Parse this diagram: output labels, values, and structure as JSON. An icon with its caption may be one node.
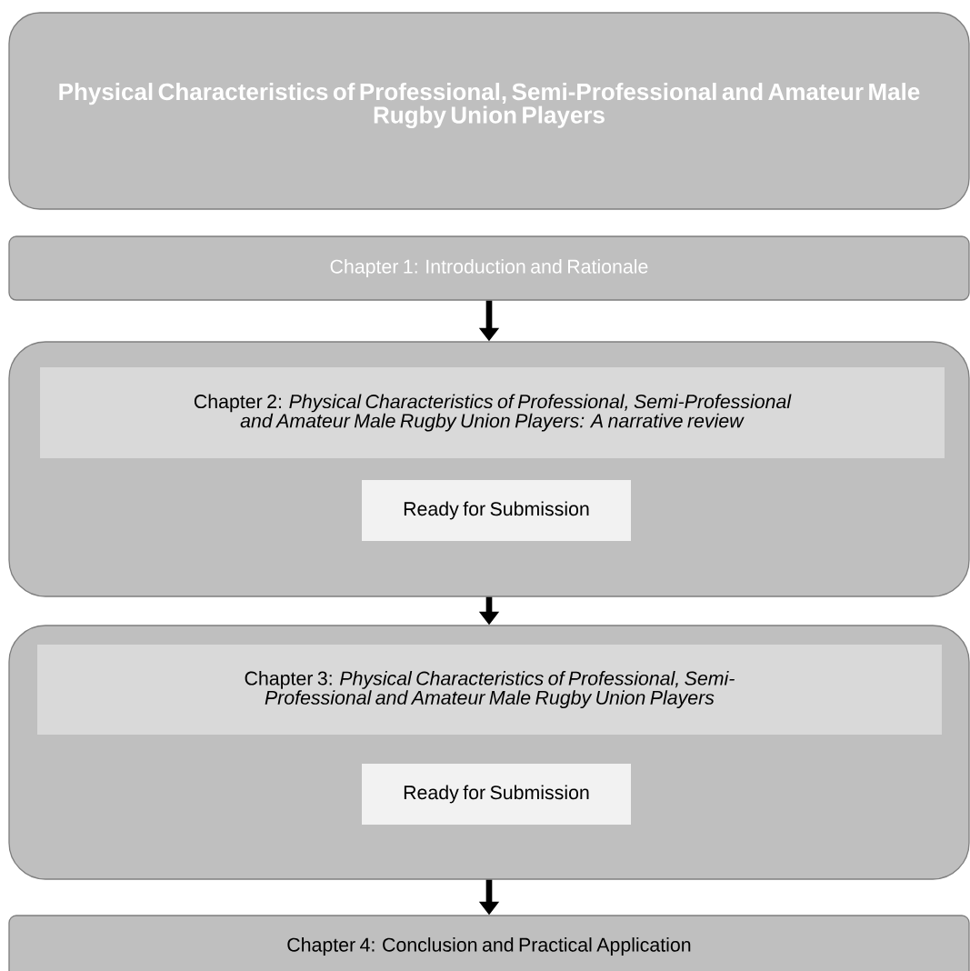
{
  "diagram": {
    "nodes": [
      {
        "text": [
          "Physical Characteristics of Professional, Semi-Professional and Amateur Male Rugby Union Players"
        ]
      },
      {
        "text": [
          "Chapter 1: Introduction and Rationale"
        ]
      },
      {
        "text": [],
        "shape": "box"
      },
      {
        "text": [
          "Chapter 2: *Physical Characteristics of Professional, Semi-Professional and Amateur Male Rugby Union Players: A narrative review*"
        ],
        "in": 2
      },
      {
        "text": [
          "Ready for Submission"
        ],
        "in": 2
      },
      {
        "text": [],
        "shape": "box"
      },
      {
        "text": [
          "Chapter 3: *Physical Characteristics of Professional, Semi-Professional and Amateur Male Rugby Union Players*"
        ],
        "in": 5
      },
      {
        "text": [
          "Ready for Submission"
        ],
        "in": 5
      },
      {
        "text": [
          "Chapter 4: Conclusion and Practical Application"
        ]
      }
    ],
    "edges": [
      {
        "from": 1,
        "to": 2,
        "arrow": "to"
      },
      {
        "from": 2,
        "to": 5,
        "arrow": "to"
      },
      {
        "from": 5,
        "to": 8,
        "arrow": "to"
      }
    ]
  }
}
